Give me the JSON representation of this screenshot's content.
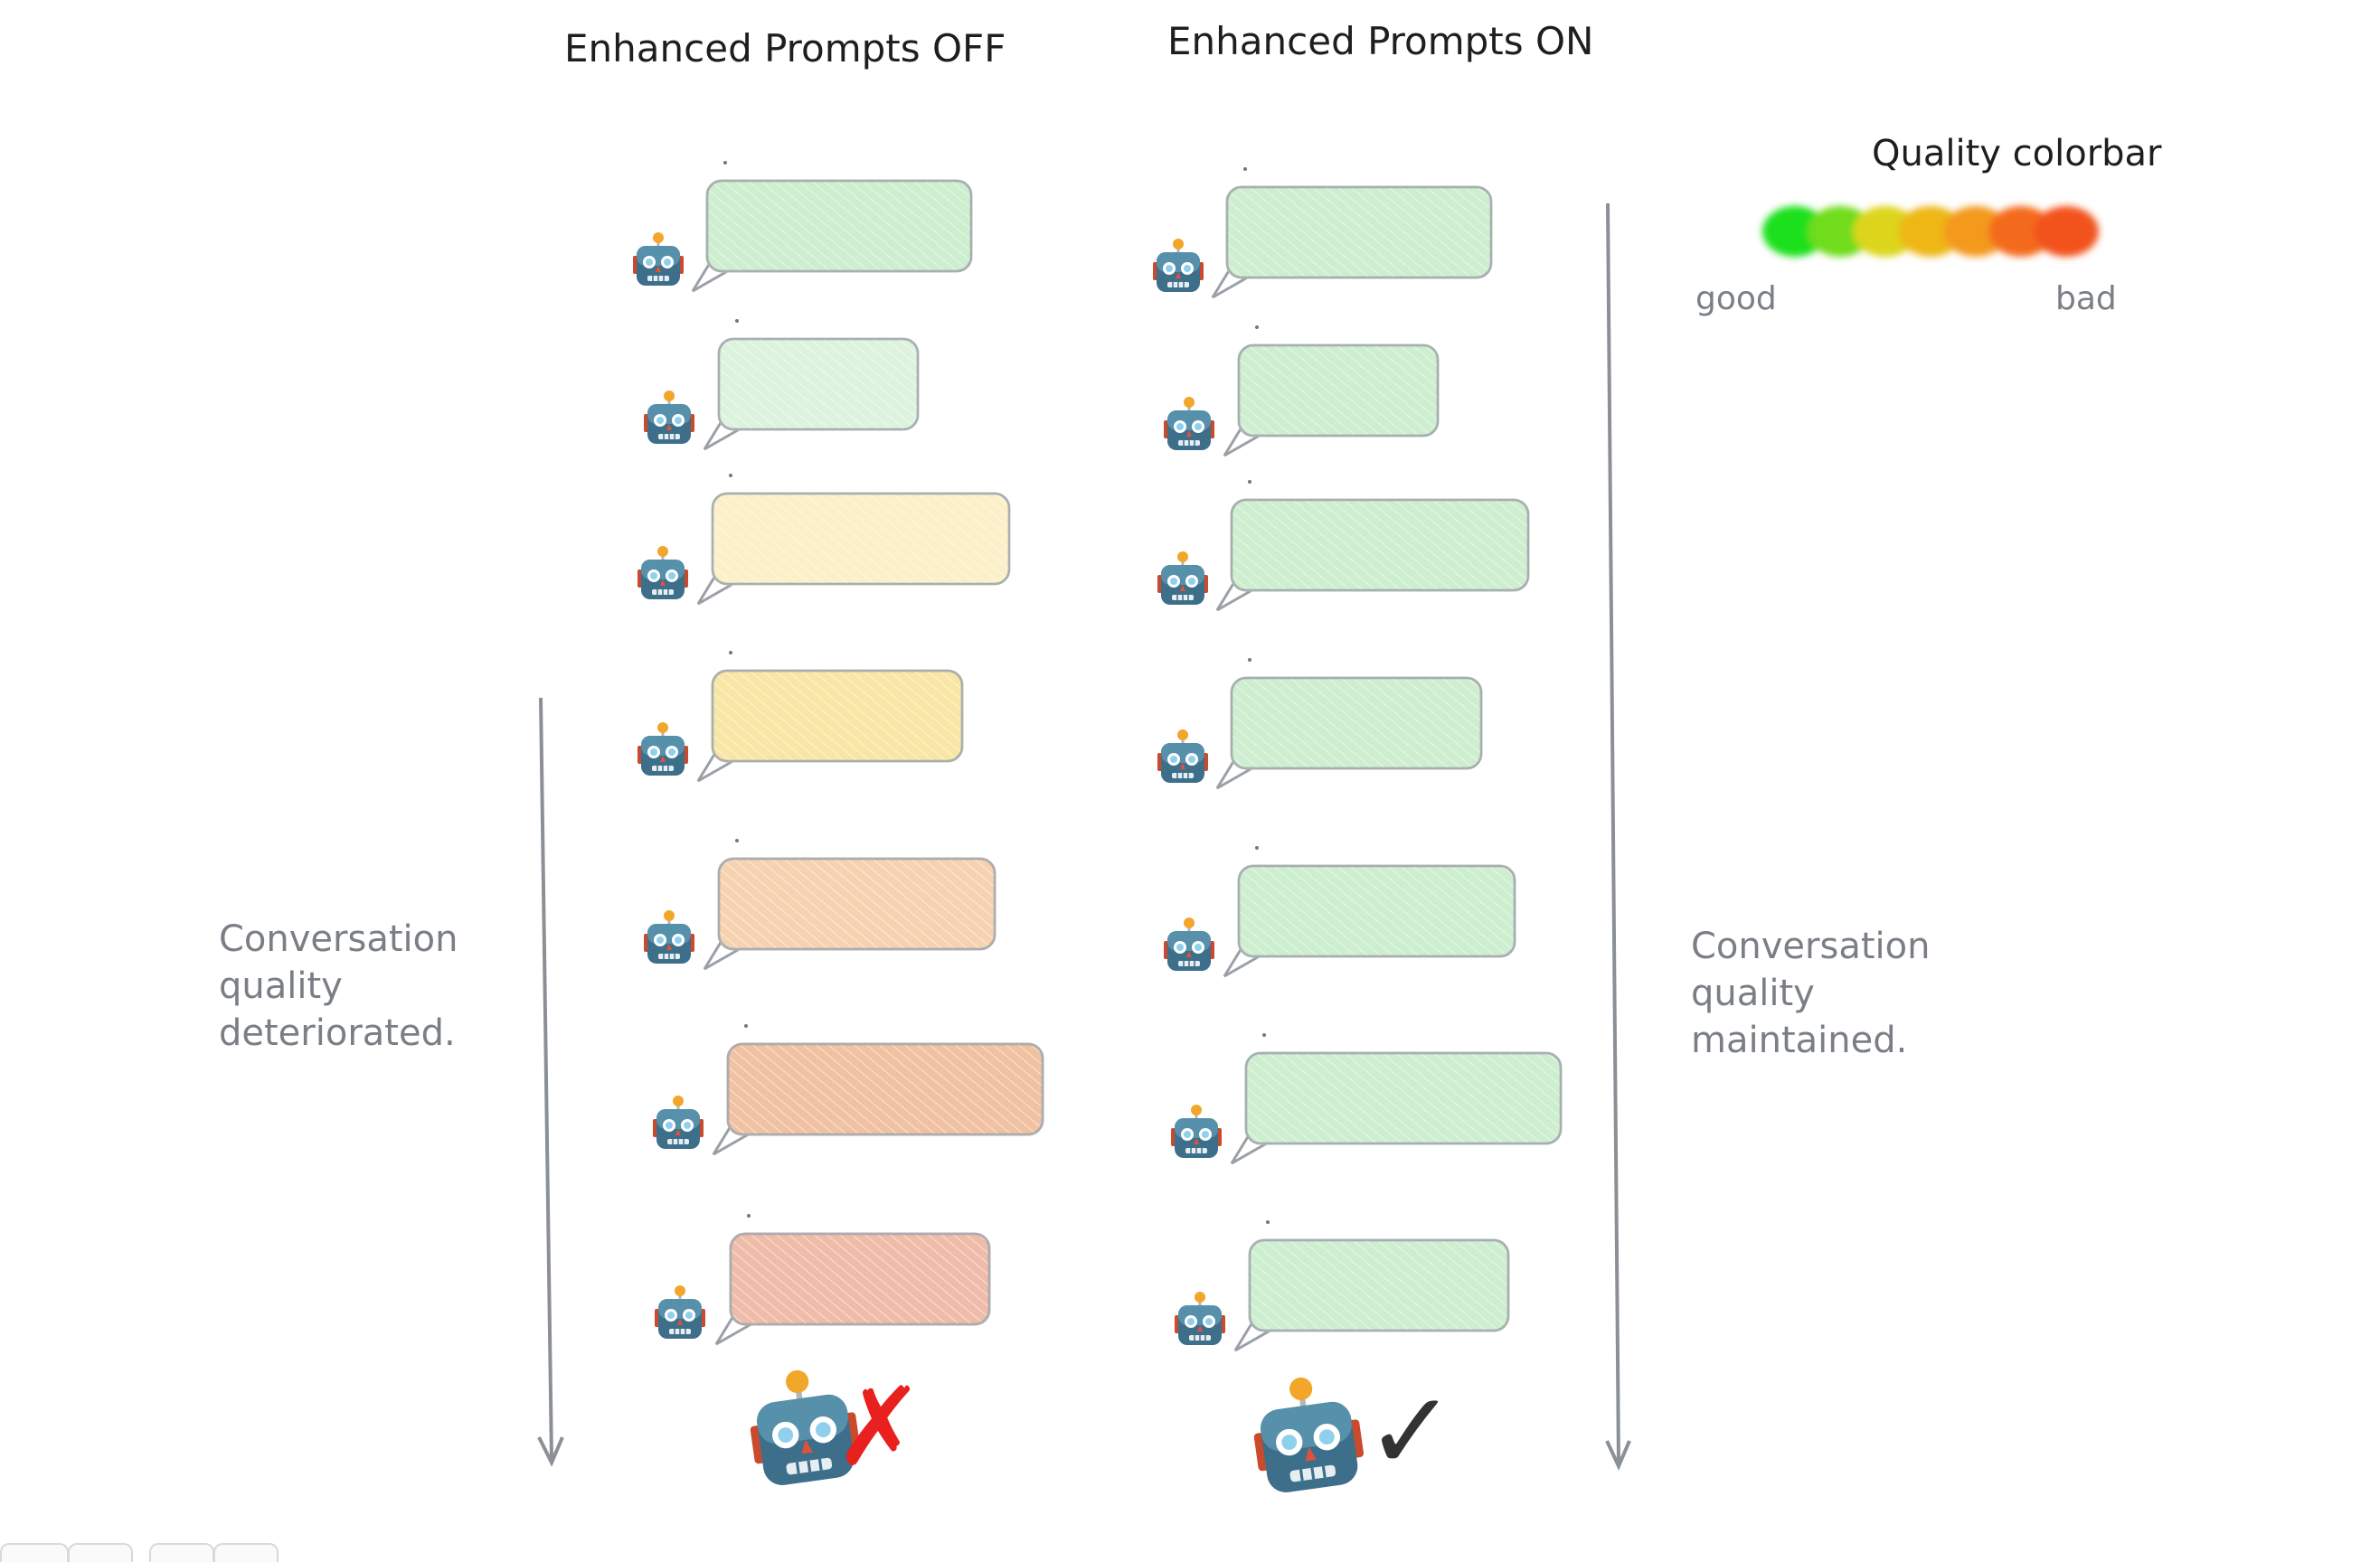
{
  "headers": {
    "off": "Enhanced Prompts OFF",
    "on": "Enhanced Prompts ON"
  },
  "colorbar": {
    "title": "Quality colorbar",
    "good_label": "good",
    "bad_label": "bad",
    "colors": [
      "#1ee01a",
      "#6fdc1d",
      "#dcd51c",
      "#eeb716",
      "#f39a1d",
      "#f46a1e",
      "#f2531a"
    ]
  },
  "annotations": {
    "off": [
      "Conversation",
      "quality",
      "deteriorated."
    ],
    "on": [
      "Conversation",
      "quality",
      "maintained."
    ]
  },
  "columns": {
    "off": {
      "bubble_fills": [
        "#cdeecf",
        "#ddf3de",
        "#fbf0c8",
        "#f8e6a5",
        "#f6d2b0",
        "#f1c2a2",
        "#efbca9"
      ],
      "bubble_strokes": [
        "#b8d8ba",
        "#c6dfc7",
        "#e4d9b0",
        "#e0cc8e",
        "#dcbb9c",
        "#d6a98c",
        "#d6a593"
      ],
      "final_mark": "✗",
      "final_mark_color": "#e8201e"
    },
    "on": {
      "bubble_fills": [
        "#cdeecf",
        "#cdeecf",
        "#cdeecf",
        "#cdeecf",
        "#cdeecf",
        "#cdeecf",
        "#cdeecf"
      ],
      "bubble_strokes": [
        "#b8d8ba",
        "#b8d8ba",
        "#b8d8ba",
        "#b8d8ba",
        "#b8d8ba",
        "#b8d8ba",
        "#b8d8ba"
      ],
      "final_mark": "✓",
      "final_mark_color": "#333333"
    }
  },
  "icons": {
    "robot": "robot-face-icon"
  }
}
